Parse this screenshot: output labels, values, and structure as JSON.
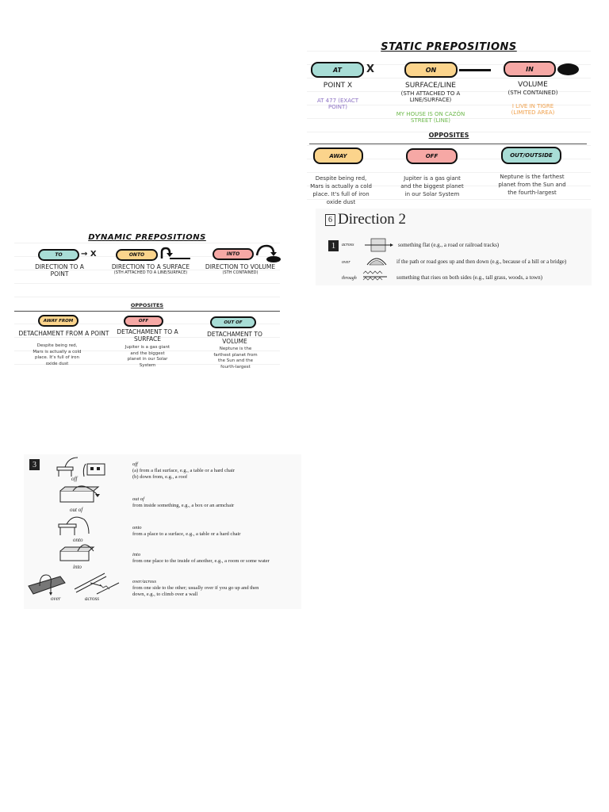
{
  "static_prepositions": {
    "title": "STATIC PREPOSITIONS",
    "items": [
      {
        "pill": "AT",
        "symbol": "X",
        "label": "POINT X",
        "sub": "",
        "example": "AT 477 (EXACT POINT)",
        "example_color": "#8a6fc2"
      },
      {
        "pill": "ON",
        "symbol": "line",
        "label": "SURFACE/LINE",
        "sub": "(STH ATTACHED TO A LINE/SURFACE)",
        "example": "MY HOUSE IS ON CAZÓN STREET (LINE)",
        "example_color": "#6cb84a"
      },
      {
        "pill": "IN",
        "symbol": "volume",
        "label": "VOLUME",
        "sub": "(STH CONTAINED)",
        "example": "I LIVE IN TIGRE (LIMITED AREA)",
        "example_color": "#f0a04b"
      }
    ],
    "opposites_title": "OPPOSITES",
    "opposites": [
      {
        "pill": "AWAY",
        "text": "Despite being red, Mars is actually a cold place. It's full of iron oxide dust"
      },
      {
        "pill": "OFF",
        "text": "Jupiter is a gas giant and the biggest planet in our Solar System"
      },
      {
        "pill": "OUT/OUTSIDE",
        "text": "Neptune is the farthest planet from the Sun and the fourth-largest"
      }
    ]
  },
  "direction2": {
    "section_number": "6",
    "title": "Direction 2",
    "item_number": "1",
    "rows": [
      {
        "word": "across",
        "desc": "something flat (e.g., a road or railroad tracks)"
      },
      {
        "word": "over",
        "desc": "if the path or road goes up and then down (e.g., because of a hill or a bridge)"
      },
      {
        "word": "through",
        "desc": "something that rises on both sides (e.g., tall grass, woods, a town)"
      }
    ]
  },
  "dynamic_prepositions": {
    "title": "DYNAMIC PREPOSITIONS",
    "items": [
      {
        "pill": "TO",
        "symbol": "→ X",
        "label": "DIRECTION TO A POINT",
        "sub": ""
      },
      {
        "pill": "ONTO",
        "symbol": "onto",
        "label": "DIRECTION TO A SURFACE",
        "sub": "(STH ATTACHED TO A LINE/SURFACE)"
      },
      {
        "pill": "INTO",
        "symbol": "into",
        "label": "DIRECTION TO VOLUME",
        "sub": "(STH CONTAINED)"
      }
    ],
    "opposites_title": "OPPOSITES",
    "opposites": [
      {
        "pill": "AWAY FROM",
        "label": "DETACHAMENT FROM A POINT",
        "text": "Despite being red, Mars is actually a cold place. It's full of iron oxide dust"
      },
      {
        "pill": "OFF",
        "label": "DETACHAMENT TO A SURFACE",
        "text": "Jupiter is a gas giant and the biggest planet in our Solar System"
      },
      {
        "pill": "OUT OF",
        "label": "DETACHAMENT TO VOLUME",
        "text": "Neptune is the farthest planet from the Sun and the fourth-largest"
      }
    ]
  },
  "section3": {
    "number": "3",
    "entries": [
      {
        "picture_label": "off",
        "heading": "off",
        "lines": [
          "(a)  from a flat surface, e.g., a table or a hard chair",
          "(b)  down from, e.g., a roof"
        ]
      },
      {
        "picture_label": "out of",
        "heading": "out of",
        "lines": [
          "from inside something, e.g., a box or an armchair"
        ]
      },
      {
        "picture_label": "onto",
        "heading": "onto",
        "lines": [
          "from a place to a surface, e.g., a table or a hard chair"
        ]
      },
      {
        "picture_label": "into",
        "heading": "into",
        "lines": [
          "from one place to the inside of another, e.g., a room or some water"
        ]
      },
      {
        "picture_label": "over",
        "picture_label2": "across",
        "heading": "over/across",
        "lines": [
          "from one side to the other; usually over if you go up and then",
          "down, e.g., to climb over a wall"
        ]
      }
    ]
  }
}
